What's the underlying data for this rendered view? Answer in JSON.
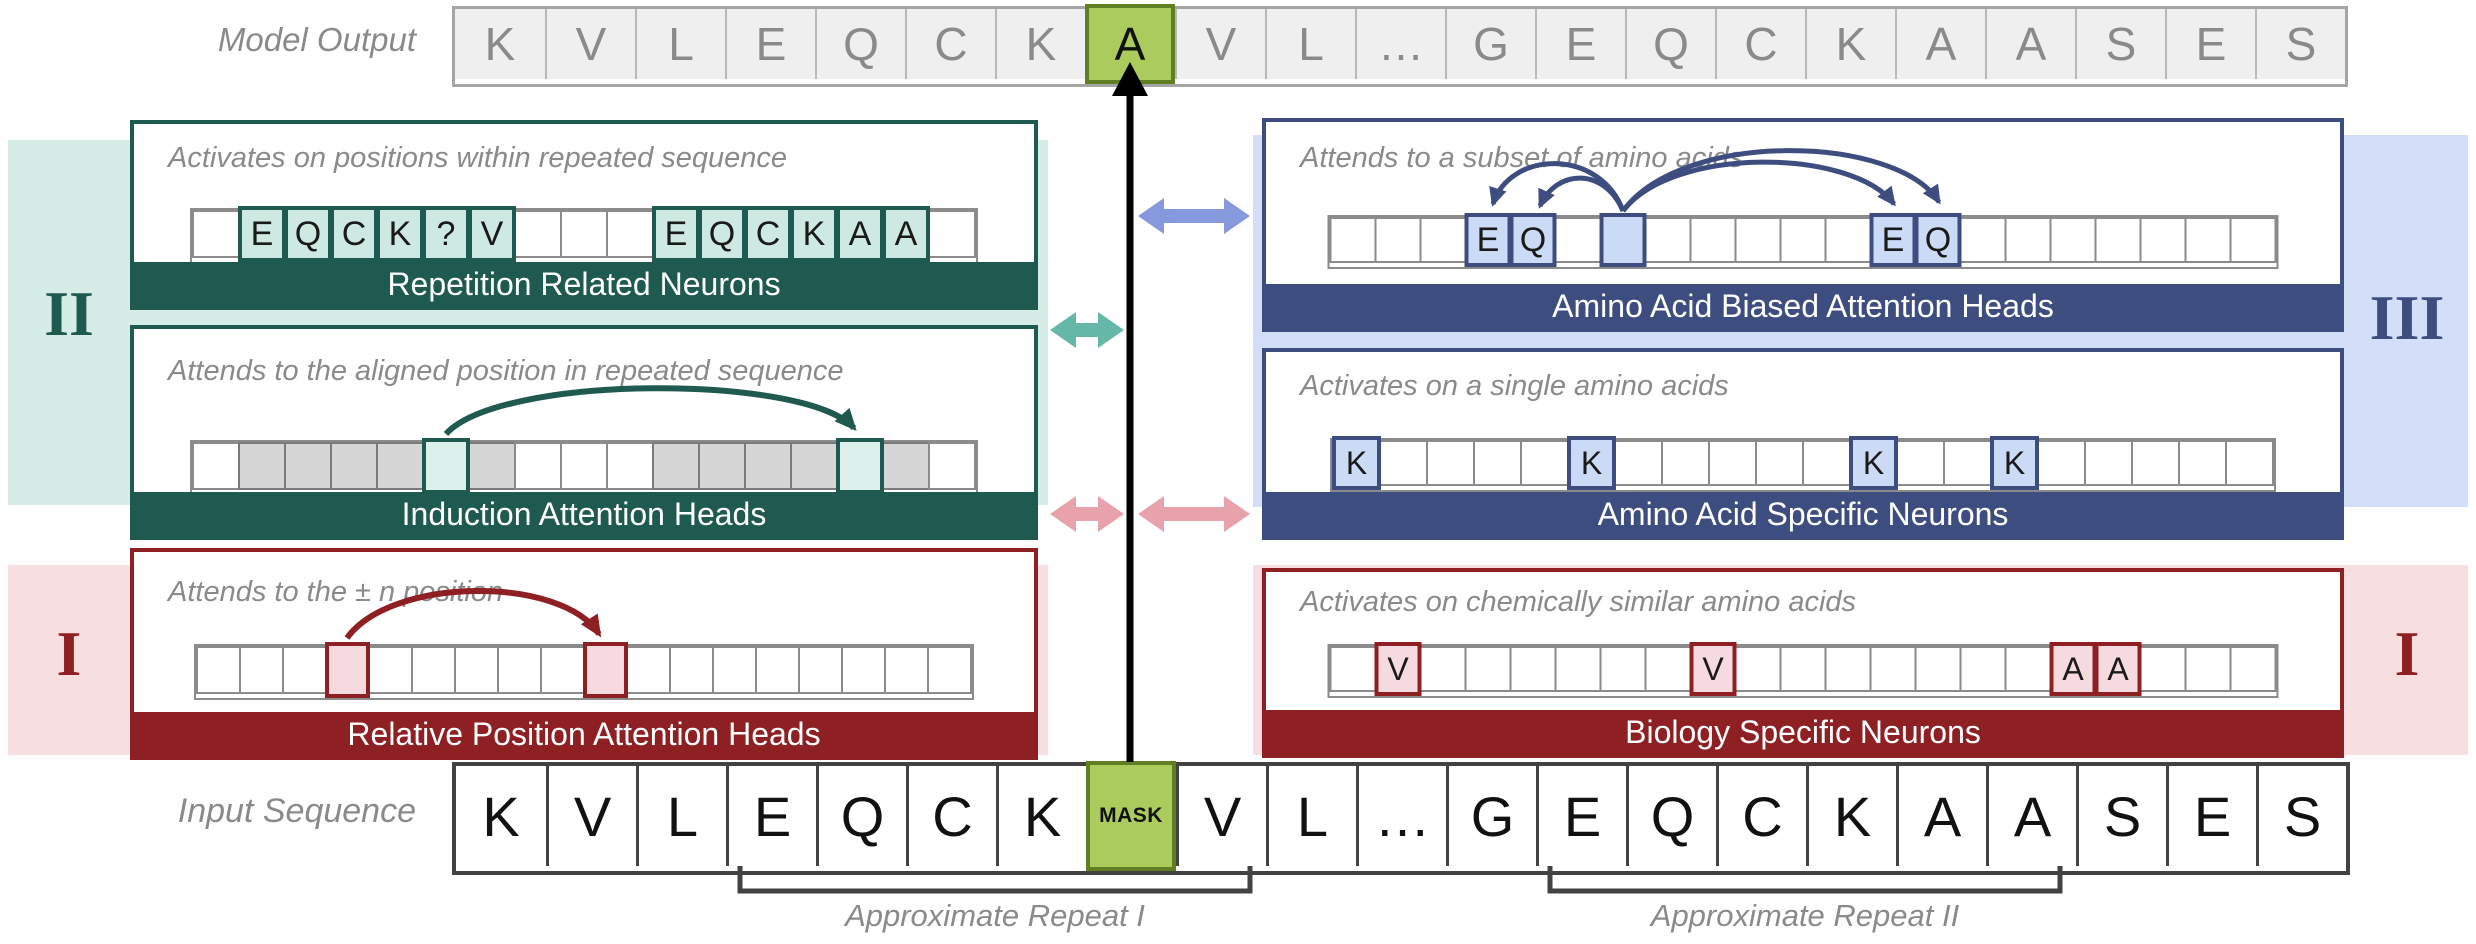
{
  "colors": {
    "teal_dark": "#1F5A50",
    "teal_band": "#D5EDE6",
    "teal_cell": "#CDE9E1",
    "navy_dark": "#3E4D80",
    "blue_band": "#D3DFF8",
    "blue_cell": "#CBDBF6",
    "red_dark": "#8E2023",
    "pink_band": "#F7DFE1",
    "pink_cell": "#F5DBE0",
    "green_cell": "#ABCB5C",
    "green_border": "#5F7F22",
    "model_fill": "#EFEFEF",
    "model_border": "#A5A5A5",
    "model_text": "#8A8A8A",
    "input_border": "#424242",
    "label_text": "#8A8A8A",
    "teal_arrow": "#65B8A7",
    "blue_arrow": "#8699DD",
    "pink_arrow": "#E7A2AB"
  },
  "model_output": {
    "label": "Model Output",
    "cells": [
      {
        "t": "K",
        "s": "m"
      },
      {
        "t": "V",
        "s": "m"
      },
      {
        "t": "L",
        "s": "m"
      },
      {
        "t": "E",
        "s": "m"
      },
      {
        "t": "Q",
        "s": "m"
      },
      {
        "t": "C",
        "s": "m"
      },
      {
        "t": "K",
        "s": "m"
      },
      {
        "t": "A",
        "s": "g"
      },
      {
        "t": "V",
        "s": "m"
      },
      {
        "t": "L",
        "s": "m"
      },
      {
        "t": "…",
        "s": "m"
      },
      {
        "t": "G",
        "s": "m"
      },
      {
        "t": "E",
        "s": "m"
      },
      {
        "t": "Q",
        "s": "m"
      },
      {
        "t": "C",
        "s": "m"
      },
      {
        "t": "K",
        "s": "m"
      },
      {
        "t": "A",
        "s": "m"
      },
      {
        "t": "A",
        "s": "m"
      },
      {
        "t": "S",
        "s": "m"
      },
      {
        "t": "E",
        "s": "m"
      },
      {
        "t": "S",
        "s": "m"
      }
    ]
  },
  "input_sequence": {
    "label": "Input Sequence",
    "repeat_1": "Approximate Repeat I",
    "repeat_2": "Approximate Repeat II",
    "cells": [
      {
        "t": "K",
        "s": "i"
      },
      {
        "t": "V",
        "s": "i"
      },
      {
        "t": "L",
        "s": "i"
      },
      {
        "t": "E",
        "s": "i"
      },
      {
        "t": "Q",
        "s": "i"
      },
      {
        "t": "C",
        "s": "i"
      },
      {
        "t": "K",
        "s": "i"
      },
      {
        "t": "MASK",
        "s": "mask"
      },
      {
        "t": "V",
        "s": "i"
      },
      {
        "t": "L",
        "s": "i"
      },
      {
        "t": "…",
        "s": "i"
      },
      {
        "t": "G",
        "s": "i"
      },
      {
        "t": "E",
        "s": "i"
      },
      {
        "t": "Q",
        "s": "i"
      },
      {
        "t": "C",
        "s": "i"
      },
      {
        "t": "K",
        "s": "i"
      },
      {
        "t": "A",
        "s": "i"
      },
      {
        "t": "A",
        "s": "i"
      },
      {
        "t": "S",
        "s": "i"
      },
      {
        "t": "E",
        "s": "i"
      },
      {
        "t": "S",
        "s": "i"
      }
    ]
  },
  "numerals": {
    "group_ii": "II",
    "group_iii": "III",
    "group_i_left": "I",
    "group_i_right": "I"
  },
  "panels": {
    "repetition": {
      "caption": "Activates on positions within repeated sequence",
      "footer": "Repetition Related Neurons",
      "cells": [
        {
          "t": "",
          "s": "p"
        },
        {
          "t": "E",
          "s": "hl"
        },
        {
          "t": "Q",
          "s": "hl"
        },
        {
          "t": "C",
          "s": "hl"
        },
        {
          "t": "K",
          "s": "hl"
        },
        {
          "t": "?",
          "s": "hl"
        },
        {
          "t": "V",
          "s": "hl"
        },
        {
          "t": "",
          "s": "p"
        },
        {
          "t": "",
          "s": "p"
        },
        {
          "t": "",
          "s": "p"
        },
        {
          "t": "E",
          "s": "hl"
        },
        {
          "t": "Q",
          "s": "hl"
        },
        {
          "t": "C",
          "s": "hl"
        },
        {
          "t": "K",
          "s": "hl"
        },
        {
          "t": "A",
          "s": "hl"
        },
        {
          "t": "A",
          "s": "hl"
        },
        {
          "t": "",
          "s": "p"
        }
      ]
    },
    "induction": {
      "caption": "Attends to the aligned position in repeated sequence",
      "footer": "Induction Attention Heads",
      "cells": [
        {
          "t": "",
          "s": "p"
        },
        {
          "t": "",
          "s": "gy"
        },
        {
          "t": "",
          "s": "gy"
        },
        {
          "t": "",
          "s": "gy"
        },
        {
          "t": "",
          "s": "gy"
        },
        {
          "t": "",
          "s": "tl"
        },
        {
          "t": "",
          "s": "gy"
        },
        {
          "t": "",
          "s": "p"
        },
        {
          "t": "",
          "s": "p"
        },
        {
          "t": "",
          "s": "p"
        },
        {
          "t": "",
          "s": "gy"
        },
        {
          "t": "",
          "s": "gy"
        },
        {
          "t": "",
          "s": "gy"
        },
        {
          "t": "",
          "s": "gy"
        },
        {
          "t": "",
          "s": "tl"
        },
        {
          "t": "",
          "s": "gy"
        },
        {
          "t": "",
          "s": "p"
        }
      ]
    },
    "relative": {
      "caption": "Attends to the ± n position",
      "footer": "Relative Position Attention Heads",
      "cells": [
        {
          "t": "",
          "s": "p"
        },
        {
          "t": "",
          "s": "p"
        },
        {
          "t": "",
          "s": "p"
        },
        {
          "t": "",
          "s": "hl"
        },
        {
          "t": "",
          "s": "p"
        },
        {
          "t": "",
          "s": "p"
        },
        {
          "t": "",
          "s": "p"
        },
        {
          "t": "",
          "s": "p"
        },
        {
          "t": "",
          "s": "p"
        },
        {
          "t": "",
          "s": "hl"
        },
        {
          "t": "",
          "s": "p"
        },
        {
          "t": "",
          "s": "p"
        },
        {
          "t": "",
          "s": "p"
        },
        {
          "t": "",
          "s": "p"
        },
        {
          "t": "",
          "s": "p"
        },
        {
          "t": "",
          "s": "p"
        },
        {
          "t": "",
          "s": "p"
        },
        {
          "t": "",
          "s": "p"
        }
      ]
    },
    "biased": {
      "caption": "Attends to a subset of amino acids",
      "footer": "Amino Acid Biased Attention Heads",
      "cells": [
        {
          "t": "",
          "s": "p"
        },
        {
          "t": "",
          "s": "p"
        },
        {
          "t": "",
          "s": "p"
        },
        {
          "t": "E",
          "s": "hl"
        },
        {
          "t": "Q",
          "s": "hl"
        },
        {
          "t": "",
          "s": "p"
        },
        {
          "t": "",
          "s": "hl"
        },
        {
          "t": "",
          "s": "p"
        },
        {
          "t": "",
          "s": "p"
        },
        {
          "t": "",
          "s": "p"
        },
        {
          "t": "",
          "s": "p"
        },
        {
          "t": "",
          "s": "p"
        },
        {
          "t": "E",
          "s": "hl"
        },
        {
          "t": "Q",
          "s": "hl"
        },
        {
          "t": "",
          "s": "p"
        },
        {
          "t": "",
          "s": "p"
        },
        {
          "t": "",
          "s": "p"
        },
        {
          "t": "",
          "s": "p"
        },
        {
          "t": "",
          "s": "p"
        },
        {
          "t": "",
          "s": "p"
        },
        {
          "t": "",
          "s": "p"
        }
      ]
    },
    "specific": {
      "caption": "Activates on a single amino acids",
      "footer": "Amino Acid Specific Neurons",
      "cells": [
        {
          "t": "K",
          "s": "hl"
        },
        {
          "t": "",
          "s": "p"
        },
        {
          "t": "",
          "s": "p"
        },
        {
          "t": "",
          "s": "p"
        },
        {
          "t": "",
          "s": "p"
        },
        {
          "t": "K",
          "s": "hl"
        },
        {
          "t": "",
          "s": "p"
        },
        {
          "t": "",
          "s": "p"
        },
        {
          "t": "",
          "s": "p"
        },
        {
          "t": "",
          "s": "p"
        },
        {
          "t": "",
          "s": "p"
        },
        {
          "t": "K",
          "s": "hl"
        },
        {
          "t": "",
          "s": "p"
        },
        {
          "t": "",
          "s": "p"
        },
        {
          "t": "K",
          "s": "hl"
        },
        {
          "t": "",
          "s": "p"
        },
        {
          "t": "",
          "s": "p"
        },
        {
          "t": "",
          "s": "p"
        },
        {
          "t": "",
          "s": "p"
        },
        {
          "t": "",
          "s": "p"
        }
      ]
    },
    "biology": {
      "caption": "Activates on chemically similar amino acids",
      "footer": "Biology Specific Neurons",
      "cells": [
        {
          "t": "",
          "s": "p"
        },
        {
          "t": "V",
          "s": "hl"
        },
        {
          "t": "",
          "s": "p"
        },
        {
          "t": "",
          "s": "p"
        },
        {
          "t": "",
          "s": "p"
        },
        {
          "t": "",
          "s": "p"
        },
        {
          "t": "",
          "s": "p"
        },
        {
          "t": "",
          "s": "p"
        },
        {
          "t": "V",
          "s": "hl"
        },
        {
          "t": "",
          "s": "p"
        },
        {
          "t": "",
          "s": "p"
        },
        {
          "t": "",
          "s": "p"
        },
        {
          "t": "",
          "s": "p"
        },
        {
          "t": "",
          "s": "p"
        },
        {
          "t": "",
          "s": "p"
        },
        {
          "t": "",
          "s": "p"
        },
        {
          "t": "A",
          "s": "hl"
        },
        {
          "t": "A",
          "s": "hl"
        },
        {
          "t": "",
          "s": "p"
        },
        {
          "t": "",
          "s": "p"
        },
        {
          "t": "",
          "s": "p"
        }
      ]
    }
  }
}
